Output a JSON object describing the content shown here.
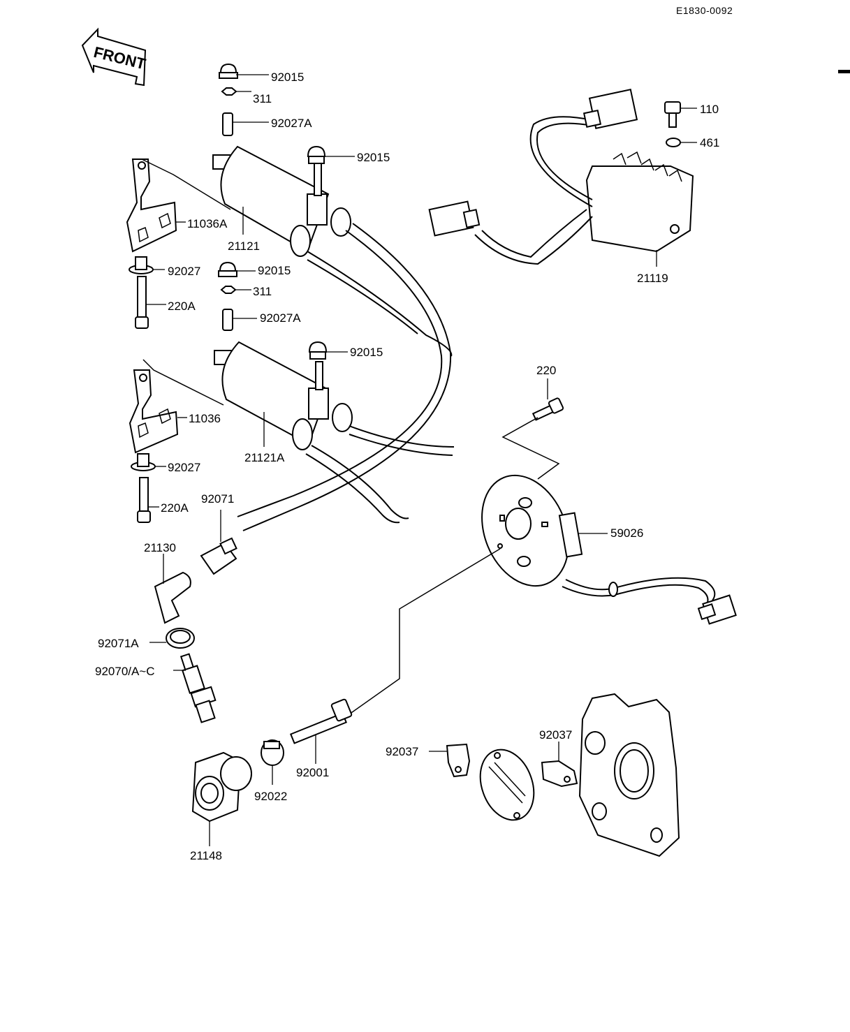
{
  "diagram_code": "E1830-0092",
  "front_label": "FRONT",
  "parts": {
    "p92015_a": "92015",
    "p311_a": "311",
    "p92027A_a": "92027A",
    "p92015_b": "92015",
    "p11036A": "11036A",
    "p21121": "21121",
    "p92027_a": "92027",
    "p92015_c": "92015",
    "p311_b": "311",
    "p220A_a": "220A",
    "p92027A_b": "92027A",
    "p92015_d": "92015",
    "p11036": "11036",
    "p21121A": "21121A",
    "p92027_b": "92027",
    "p92071": "92071",
    "p220A_b": "220A",
    "p21130": "21130",
    "p92071A": "92071A",
    "p92070": "92070/A~C",
    "p110": "110",
    "p461": "461",
    "p21119": "21119",
    "p220": "220",
    "p59026": "59026",
    "p92001": "92001",
    "p92022": "92022",
    "p21148": "21148",
    "p92037_a": "92037",
    "p92037_b": "92037"
  }
}
